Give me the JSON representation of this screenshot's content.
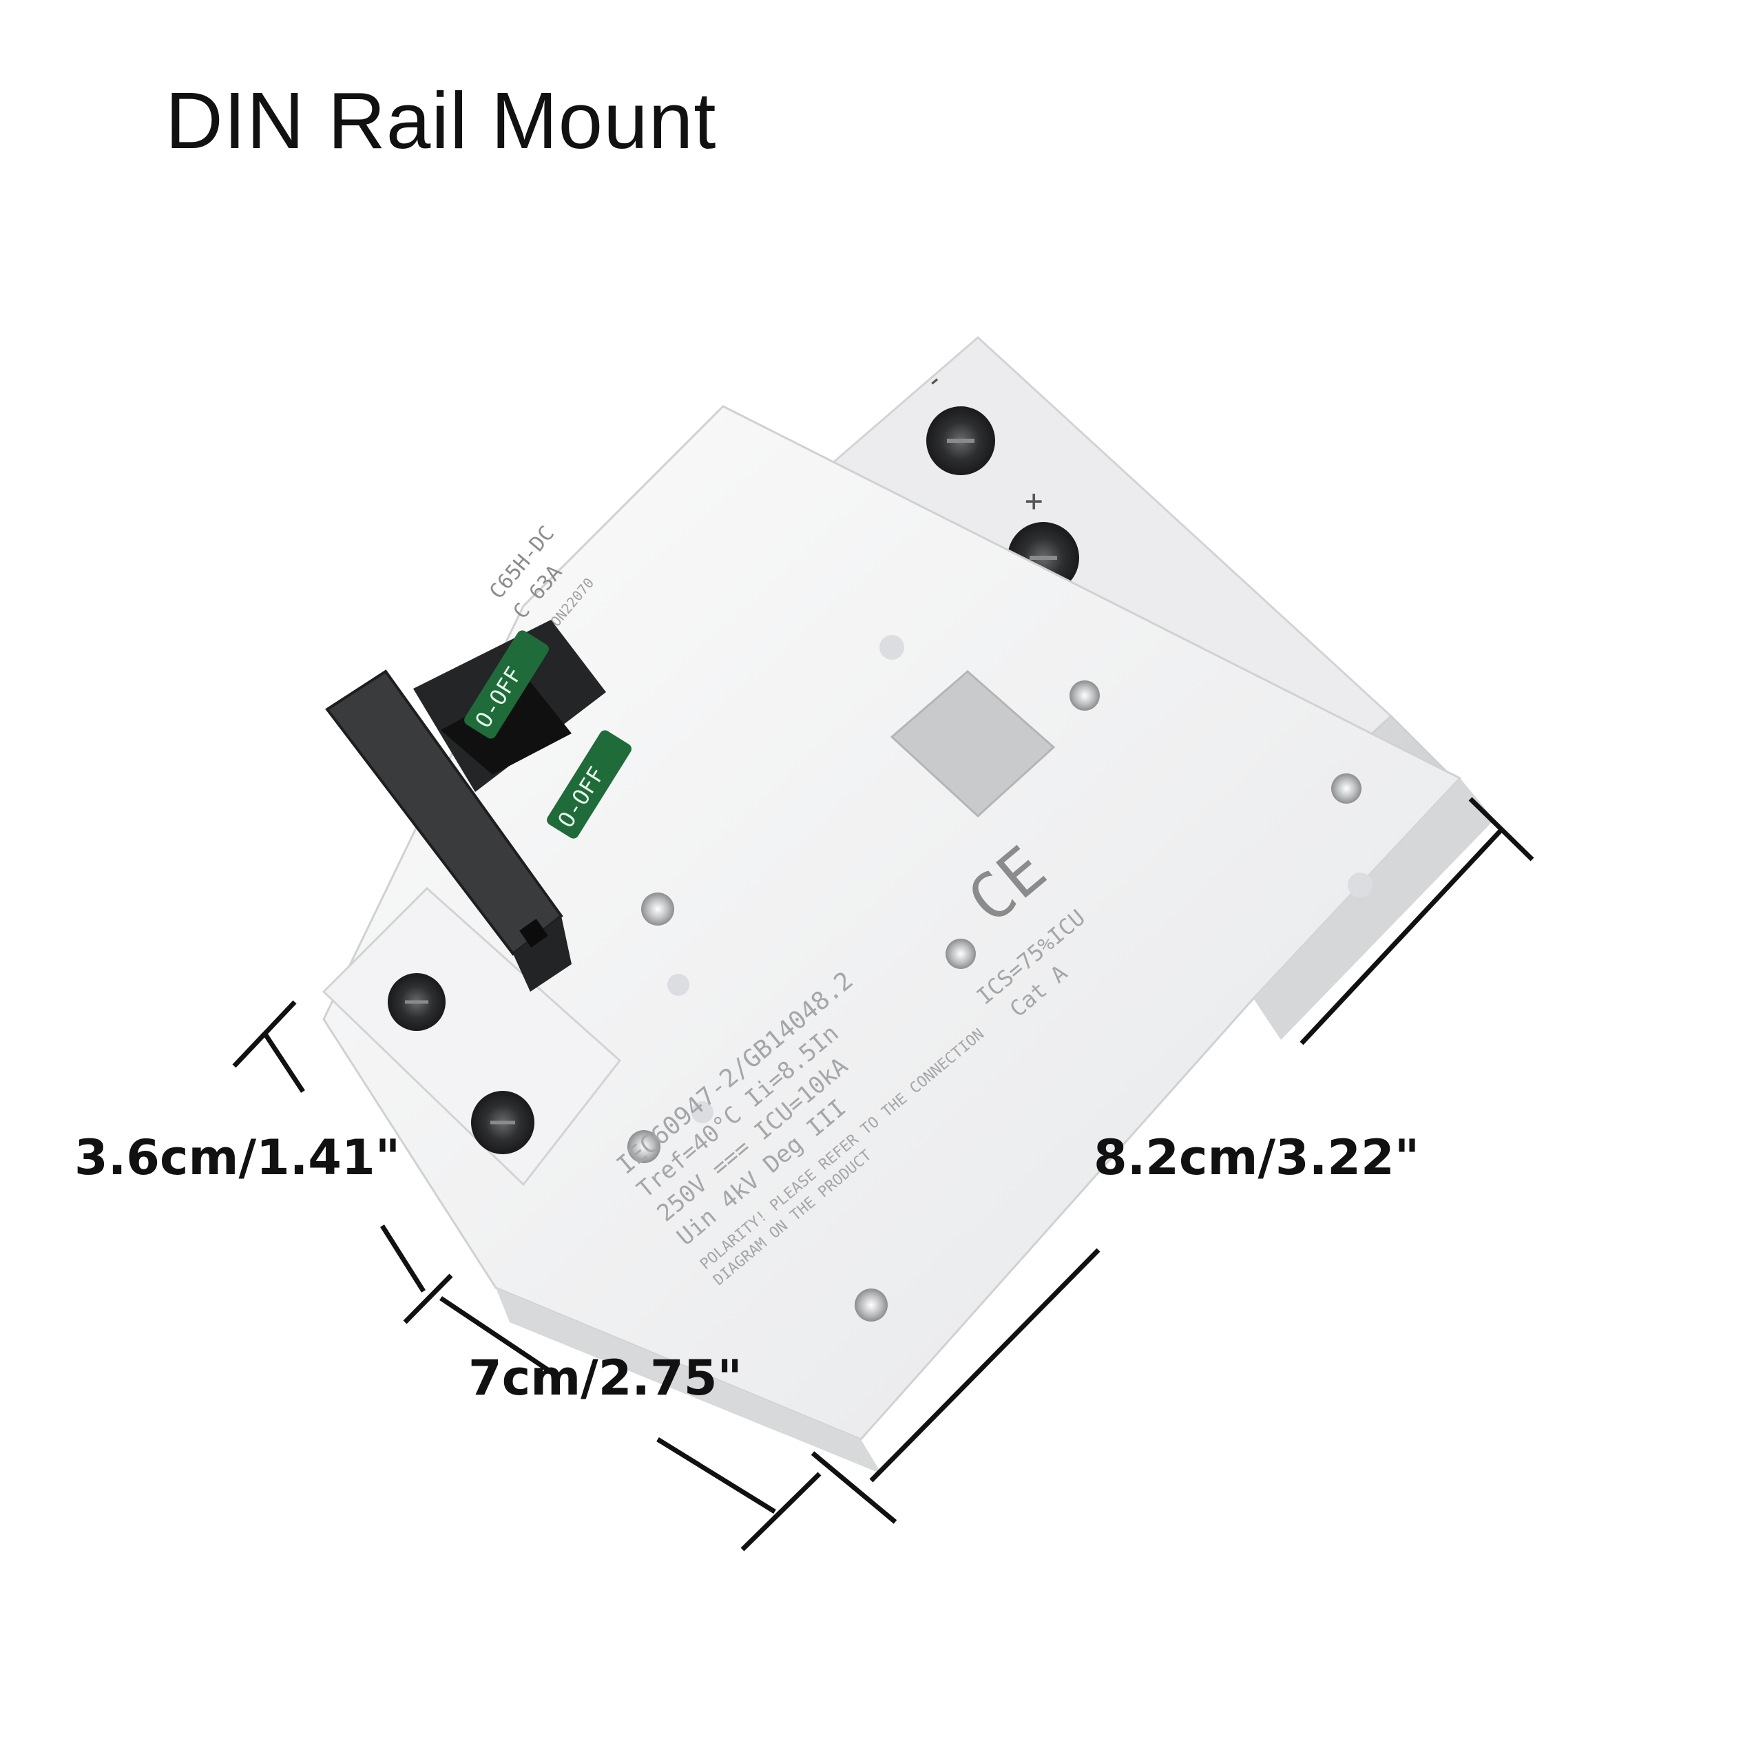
{
  "title": "DIN Rail Mount",
  "dimensions": {
    "height": "3.6cm/1.41\"",
    "length": "8.2cm/3.22\"",
    "width": "7cm/2.75\""
  },
  "product": {
    "handle_label_top": "O-OFF",
    "handle_label_bottom": "O-OFF",
    "terminal_minus": "-",
    "terminal_plus": "+",
    "label_model": "C65H-DC",
    "label_rating": "C 63A",
    "label_code": "AKON22070",
    "label_std": "IEC60947-2/GB14048.2",
    "label_tref": "Tref=40°C   Ii=8.5In",
    "label_voltage": "250V ===   ICU=10kA",
    "label_uimp": "Uin 4kV   Deg III",
    "label_ics": "ICS=75%ICU",
    "label_cat": "Cat  A",
    "label_polarity": "POLARITY! PLEASE REFER TO THE CONNECTION",
    "label_diagram": "DIAGRAM ON THE PRODUCT",
    "ce_mark": "CE"
  },
  "colors": {
    "body": "#f1f2f3",
    "body_shade": "#d9dadc",
    "handle": "#3a3b3d",
    "toggle_green": "#1f6b3a",
    "line": "#111111"
  }
}
